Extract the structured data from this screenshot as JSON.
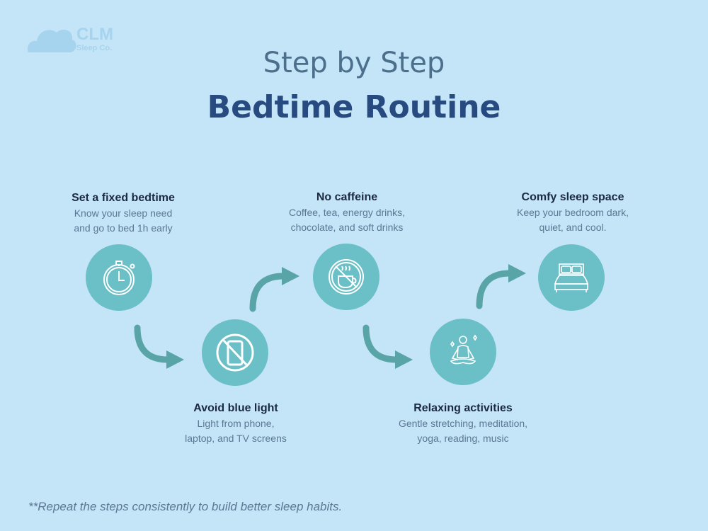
{
  "brand": {
    "name": "CLM",
    "sub": "Sleep Co.",
    "icon": "cloud-icon",
    "color": "#a6d4ee"
  },
  "header": {
    "subtitle": "Step by Step",
    "title": "Bedtime Routine"
  },
  "colors": {
    "background": "#c4e4f8",
    "circle": "#6ac0c6",
    "arrow": "#58a4a6",
    "title": "#274b80",
    "text": "#5a7893"
  },
  "steps": [
    {
      "title": "Set a fixed bedtime",
      "desc1": "Know your sleep need",
      "desc2": "and go to bed 1h early",
      "icon": "stopwatch-icon"
    },
    {
      "title": "Avoid blue light",
      "desc1": "Light from phone,",
      "desc2": "laptop, and TV screens",
      "icon": "no-phone-icon"
    },
    {
      "title": "No caffeine",
      "desc1": "Coffee, tea, energy drinks,",
      "desc2": "chocolate, and soft drinks",
      "icon": "no-coffee-icon"
    },
    {
      "title": "Relaxing activities",
      "desc1": "Gentle stretching, meditation,",
      "desc2": "yoga, reading, music",
      "icon": "meditation-icon"
    },
    {
      "title": "Comfy sleep space",
      "desc1": "Keep your bedroom dark,",
      "desc2": "quiet, and cool.",
      "icon": "bed-icon"
    }
  ],
  "footnote": "**Repeat the steps consistently to build better sleep habits."
}
